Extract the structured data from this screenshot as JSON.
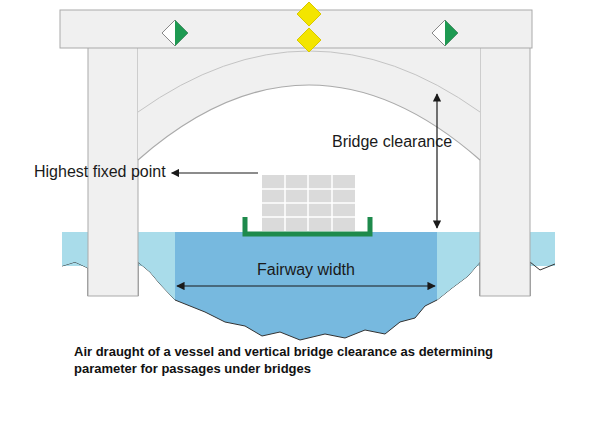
{
  "diagram": {
    "caption": "Air draught of a vessel and vertical bridge clearance as determining parameter for passages under bridges",
    "labels": [
      "Bridge clearance",
      "Highest fixed point",
      "Fairway width"
    ]
  }
}
